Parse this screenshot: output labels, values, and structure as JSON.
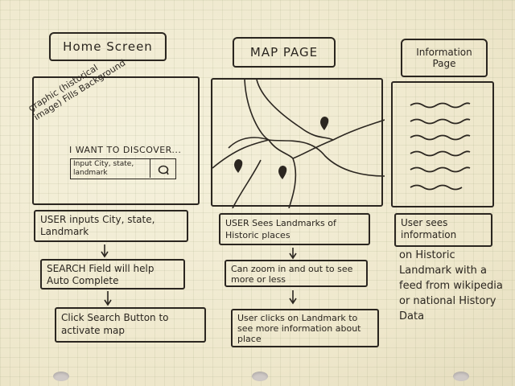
{
  "columns": [
    {
      "title": "Home Screen",
      "screen": {
        "graphic_note": "graphic (historical image) Fills Background",
        "prompt": "I WANT TO DISCOVER...",
        "input_placeholder": "Input City, state, landmark",
        "search_icon": "search-icon"
      },
      "steps": [
        "USER inputs City, state, Landmark",
        "SEARCH Field will help Auto Complete",
        "Click Search Button to activate map"
      ]
    },
    {
      "title": "MAP PAGE",
      "screen": {
        "marker_icon": "map-marker-icon"
      },
      "steps": [
        "USER Sees Landmarks of Historic places",
        "Can zoom in and out to see more or less",
        "User clicks on Landmark to see more information about place"
      ]
    },
    {
      "title": "Information Page",
      "steps": [
        "User sees information",
        "on Historic Landmark with a feed from wikipedia or national History Data"
      ]
    }
  ],
  "colors": {
    "ink": "#2b2620",
    "paper": "#f1ecd3",
    "grid": "#c6cbb0"
  }
}
